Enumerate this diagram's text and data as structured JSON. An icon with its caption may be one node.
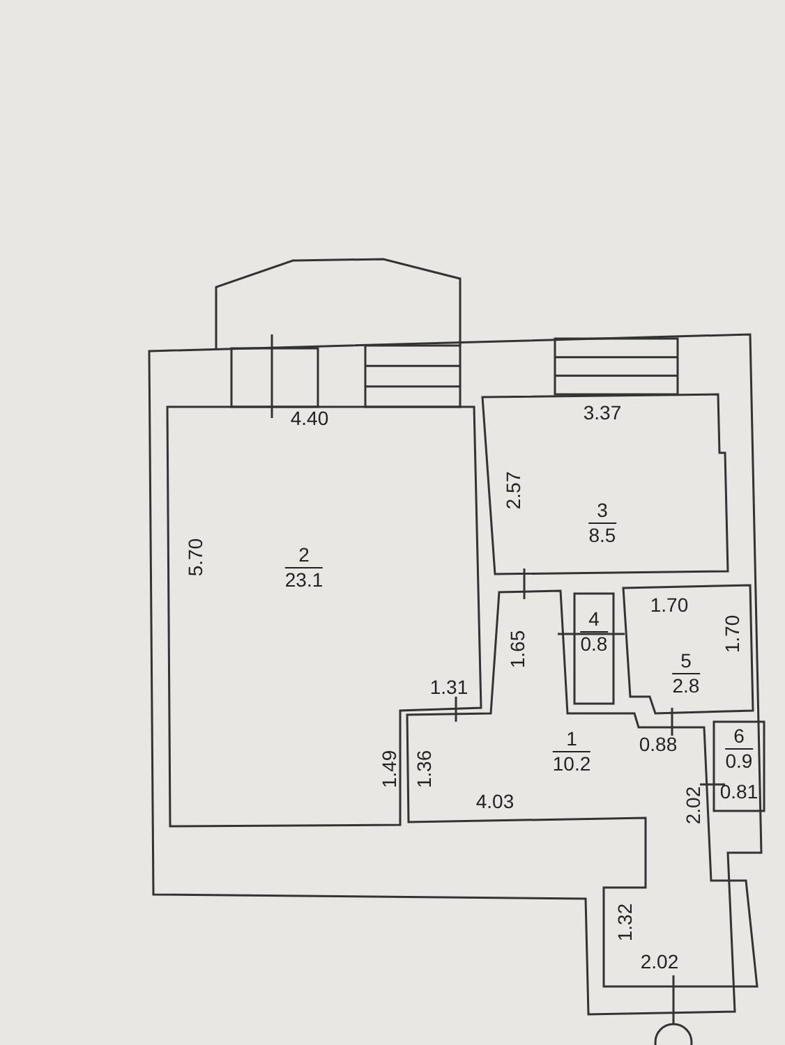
{
  "diagram": {
    "nodes": [
      {
        "text": [
          "2",
          "23.1"
        ]
      },
      {
        "text": [
          "3",
          "8.5"
        ]
      },
      {
        "text": [
          "4",
          "0.8"
        ]
      },
      {
        "text": [
          "5",
          "2.8"
        ]
      },
      {
        "text": [
          "1",
          "10.2"
        ]
      },
      {
        "text": [
          "6",
          "0.9"
        ]
      }
    ],
    "labels": [
      "4.40",
      "3.37",
      "2.57",
      "5.70",
      "1.70",
      "1.65",
      "1.70",
      "1.31",
      "0.88",
      "1.49",
      "1.36",
      "4.03",
      "0.81",
      "2.02",
      "1.32",
      "2.02"
    ]
  }
}
